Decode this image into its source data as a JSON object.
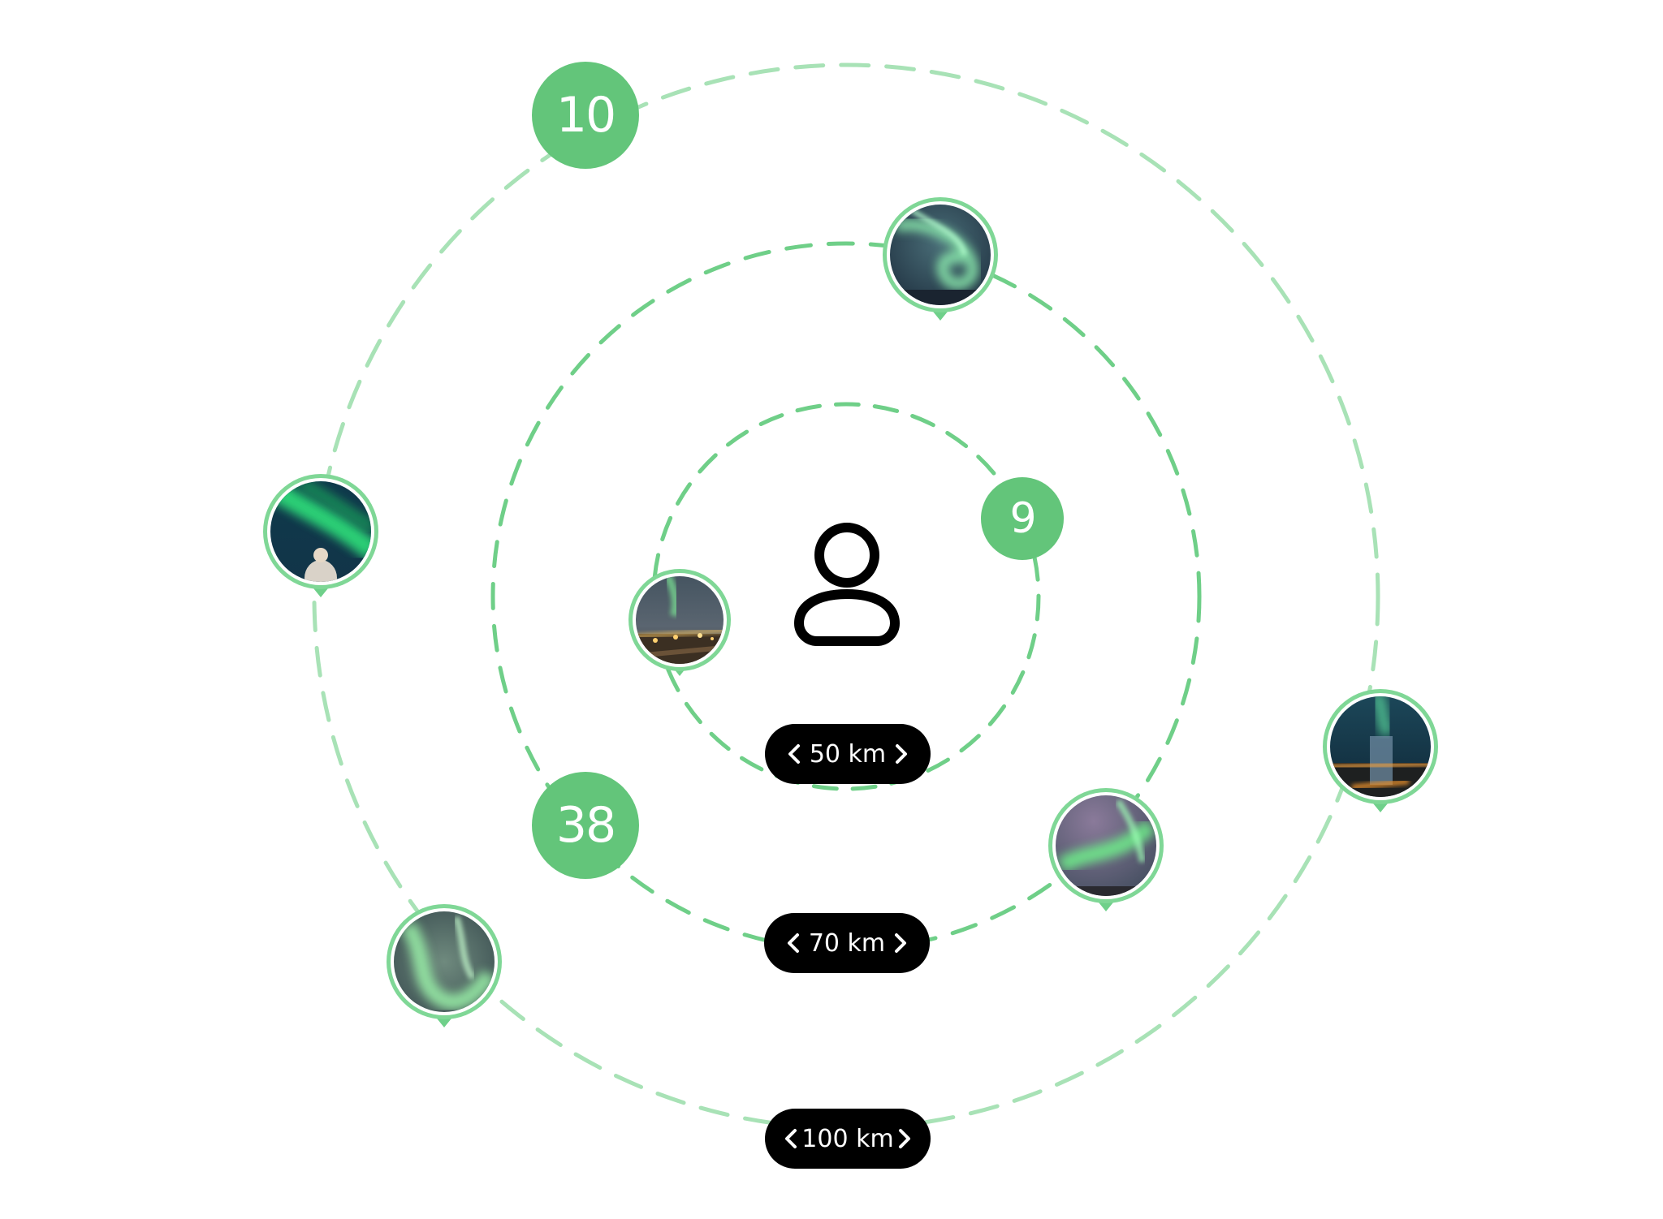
{
  "colors": {
    "accent_green": "#63c57a",
    "ring_outer": "#a8e2b6",
    "ring_inner": "#6fcf88",
    "pill_bg": "#000000",
    "pill_text": "#ffffff"
  },
  "center": {
    "icon": "user-icon"
  },
  "rings": [
    {
      "range_label": "50 km",
      "prev_icon": "chevron-left-icon",
      "next_icon": "chevron-right-icon"
    },
    {
      "range_label": "70 km",
      "prev_icon": "chevron-left-icon",
      "next_icon": "chevron-right-icon"
    },
    {
      "range_label": "100 km",
      "prev_icon": "chevron-left-icon",
      "next_icon": "chevron-right-icon"
    }
  ],
  "clusters": [
    {
      "count": "10"
    },
    {
      "count": "9"
    },
    {
      "count": "38"
    }
  ],
  "photo_markers": [
    {
      "scene": "aurora-swirl"
    },
    {
      "scene": "aurora-with-person"
    },
    {
      "scene": "aurora-over-town"
    },
    {
      "scene": "aurora-over-building"
    },
    {
      "scene": "aurora-violet"
    },
    {
      "scene": "aurora-curtain"
    }
  ]
}
